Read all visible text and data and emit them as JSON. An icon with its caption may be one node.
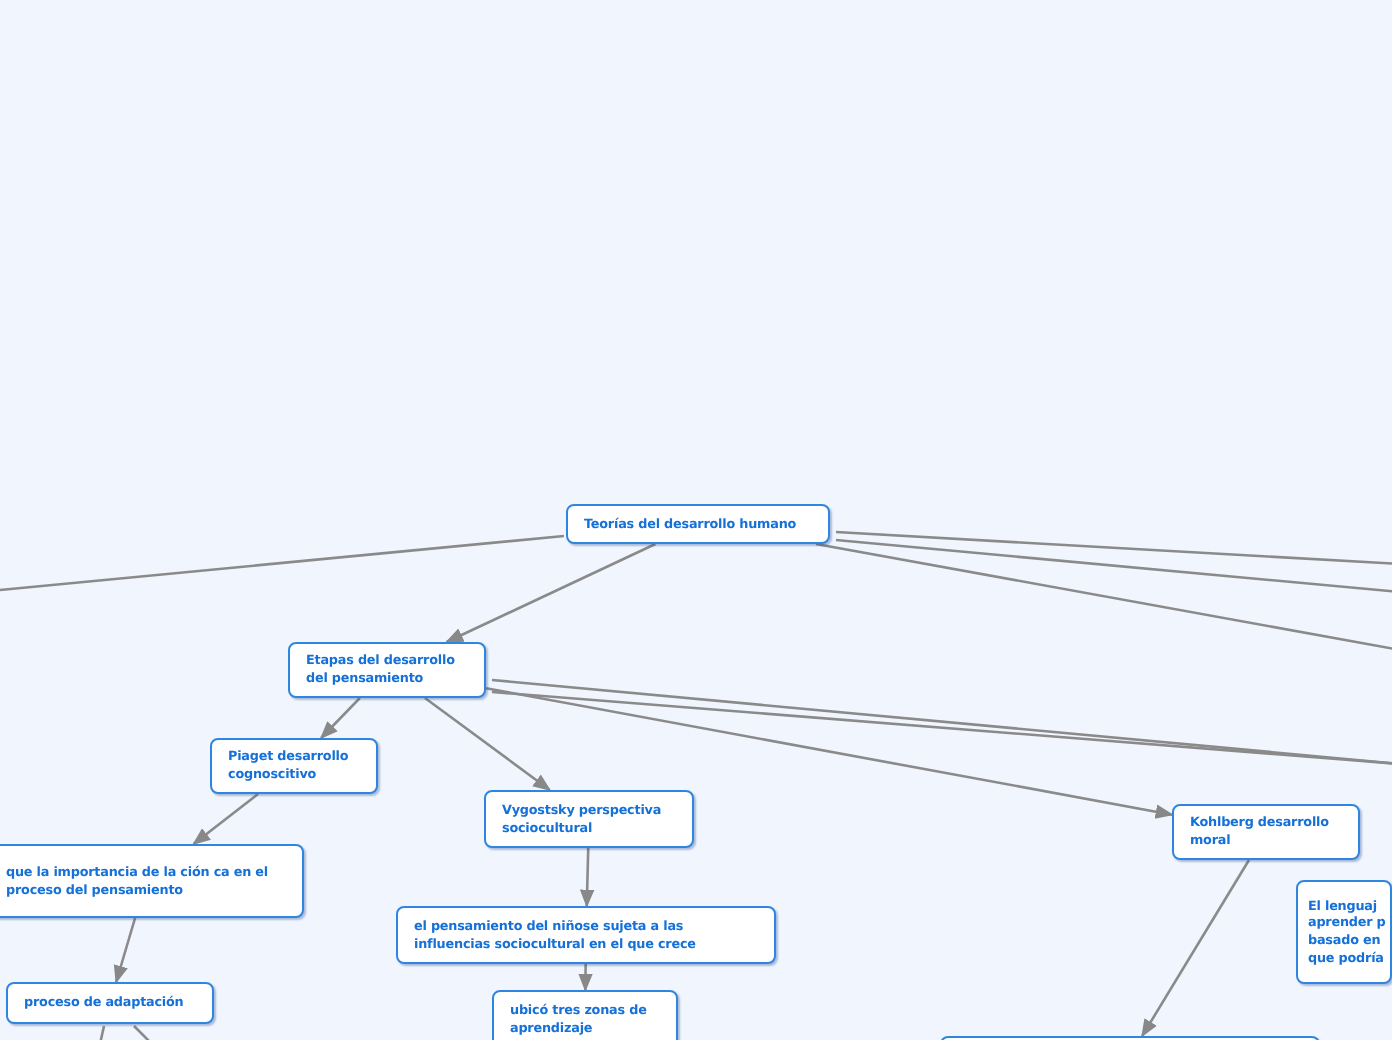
{
  "diagram": {
    "nodes": [
      {
        "text": [
          "Teorías del desarrollo humano"
        ]
      },
      {
        "text": [
          "Etapas del desarrollo del pensamiento"
        ]
      },
      {
        "text": [
          "Piaget desarrollo cognoscitivo"
        ]
      },
      {
        "text": [
          "Vygostsky perspectiva sociocultural"
        ]
      },
      {
        "text": [
          "Kohlberg desarrollo moral"
        ]
      },
      {
        "text": [
          "que la importancia de la ción ca en el proceso del pensamiento"
        ]
      },
      {
        "text": [
          "el pensamiento del niñose sujeta a las influencias sociocultural en el que crece"
        ]
      },
      {
        "text": [
          "El lenguaj aprender p basado en que podría"
        ]
      },
      {
        "text": [
          "proceso de adaptación"
        ]
      },
      {
        "text": [
          "ubicó tres zonas de aprendizaje"
        ]
      },
      {
        "text": [],
        "shape": "box"
      }
    ],
    "edges": [
      {
        "from": 0,
        "to": null,
        "arrow": "none"
      },
      {
        "from": 0,
        "to": 1,
        "arrow": "to"
      },
      {
        "from": 0,
        "to": null,
        "arrow": "none"
      },
      {
        "from": 0,
        "to": null,
        "arrow": "none"
      },
      {
        "from": 0,
        "to": null,
        "arrow": "none"
      },
      {
        "from": 1,
        "to": 2,
        "arrow": "to"
      },
      {
        "from": 1,
        "to": 3,
        "arrow": "to"
      },
      {
        "from": 1,
        "to": 4,
        "arrow": "to"
      },
      {
        "from": 1,
        "to": null,
        "arrow": "none"
      },
      {
        "from": 1,
        "to": null,
        "arrow": "none"
      },
      {
        "from": 2,
        "to": 5,
        "arrow": "to"
      },
      {
        "from": 5,
        "to": 8,
        "arrow": "to"
      },
      {
        "from": 3,
        "to": 6,
        "arrow": "to"
      },
      {
        "from": 6,
        "to": 9,
        "arrow": "to"
      },
      {
        "from": 4,
        "to": 10,
        "arrow": "to"
      },
      {
        "from": 8,
        "to": null,
        "arrow": "none"
      },
      {
        "from": 8,
        "to": null,
        "arrow": "none"
      }
    ]
  }
}
